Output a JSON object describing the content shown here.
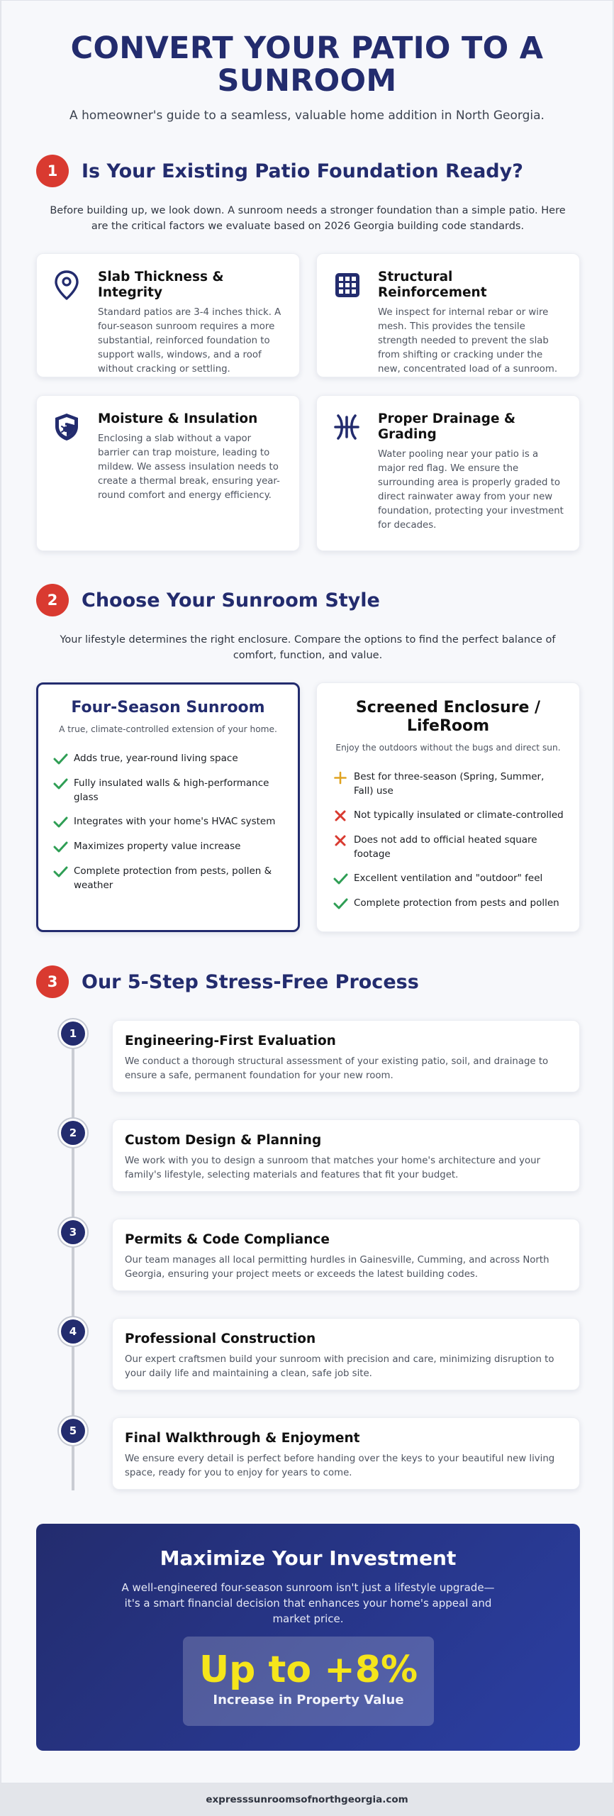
{
  "header": {
    "title": "CONVERT YOUR PATIO TO A SUNROOM",
    "subtitle": "A homeowner's guide to a seamless, valuable home addition in North Georgia."
  },
  "section1": {
    "number": "1",
    "title": "Is Your Existing Patio Foundation Ready?",
    "intro": "Before building up, we look down. A sunroom needs a stronger foundation than a simple patio. Here are the critical factors we evaluate based on 2026 Georgia building code standards.",
    "cards": [
      {
        "icon": "location-pin-icon",
        "title": "Slab Thickness & Integrity",
        "text": "Standard patios are 3-4 inches thick. A four-season sunroom requires a more substantial, reinforced foundation to support walls, windows, and a roof without cracking or settling."
      },
      {
        "icon": "grid-icon",
        "title": "Structural Reinforcement",
        "text": "We inspect for internal rebar or wire mesh. This provides the tensile strength needed to prevent the slab from shifting or cracking under the new, concentrated load of a sunroom."
      },
      {
        "icon": "shield-bug-icon",
        "title": "Moisture & Insulation",
        "text": "Enclosing a slab without a vapor barrier can trap moisture, leading to mildew. We assess insulation needs to create a thermal break, ensuring year-round comfort and energy efficiency."
      },
      {
        "icon": "drainage-icon",
        "title": "Proper Drainage & Grading",
        "text": "Water pooling near your patio is a major red flag. We ensure the surrounding area is properly graded to direct rainwater away from your new foundation, protecting your investment for decades."
      }
    ]
  },
  "section2": {
    "number": "2",
    "title": "Choose Your Sunroom Style",
    "intro": "Your lifestyle determines the right enclosure. Compare the options to find the perfect balance of comfort, function, and value.",
    "options": [
      {
        "title": "Four-Season Sunroom",
        "subtitle": "A true, climate-controlled extension of your home.",
        "features": [
          {
            "mark": "check",
            "text": "Adds true, year-round living space"
          },
          {
            "mark": "check",
            "text": "Fully insulated walls & high-performance glass"
          },
          {
            "mark": "check",
            "text": "Integrates with your home's HVAC system"
          },
          {
            "mark": "check",
            "text": "Maximizes property value increase"
          },
          {
            "mark": "check",
            "text": "Complete protection from pests, pollen & weather"
          }
        ]
      },
      {
        "title": "Screened Enclosure / LifeRoom",
        "subtitle": "Enjoy the outdoors without the bugs and direct sun.",
        "features": [
          {
            "mark": "plus",
            "text": "Best for three-season (Spring, Summer, Fall) use"
          },
          {
            "mark": "cross",
            "text": "Not typically insulated or climate-controlled"
          },
          {
            "mark": "cross",
            "text": "Does not add to official heated square footage"
          },
          {
            "mark": "check",
            "text": "Excellent ventilation and \"outdoor\" feel"
          },
          {
            "mark": "check",
            "text": "Complete protection from pests and pollen"
          }
        ]
      }
    ]
  },
  "section3": {
    "number": "3",
    "title": "Our 5-Step Stress-Free Process",
    "steps": [
      {
        "number": "1",
        "title": "Engineering-First Evaluation",
        "text": "We conduct a thorough structural assessment of your existing patio, soil, and drainage to ensure a safe, permanent foundation for your new room."
      },
      {
        "number": "2",
        "title": "Custom Design & Planning",
        "text": "We work with you to design a sunroom that matches your home's architecture and your family's lifestyle, selecting materials and features that fit your budget."
      },
      {
        "number": "3",
        "title": "Permits & Code Compliance",
        "text": "Our team manages all local permitting hurdles in Gainesville, Cumming, and across North Georgia, ensuring your project meets or exceeds the latest building codes."
      },
      {
        "number": "4",
        "title": "Professional Construction",
        "text": "Our expert craftsmen build your sunroom with precision and care, minimizing disruption to your daily life and maintaining a clean, safe job site."
      },
      {
        "number": "5",
        "title": "Final Walkthrough & Enjoyment",
        "text": "We ensure every detail is perfect before handing over the keys to your beautiful new living space, ready for you to enjoy for years to come."
      }
    ]
  },
  "investment": {
    "title": "Maximize Your Investment",
    "text": "A well-engineered four-season sunroom isn't just a lifestyle upgrade—it's a smart financial decision that enhances your home's appeal and market price.",
    "stat_value": "Up to +8%",
    "stat_label": "Increase in Property Value"
  },
  "footer": {
    "domain": "expresssunroomsofnorthgeorgia.com"
  },
  "colors": {
    "navy": "#232c6e",
    "accent_red": "#d93a30",
    "check_green": "#2f9e55",
    "cross_red": "#d93a30",
    "plus_amber": "#e0a321",
    "stat_yellow": "#f5e51b"
  }
}
